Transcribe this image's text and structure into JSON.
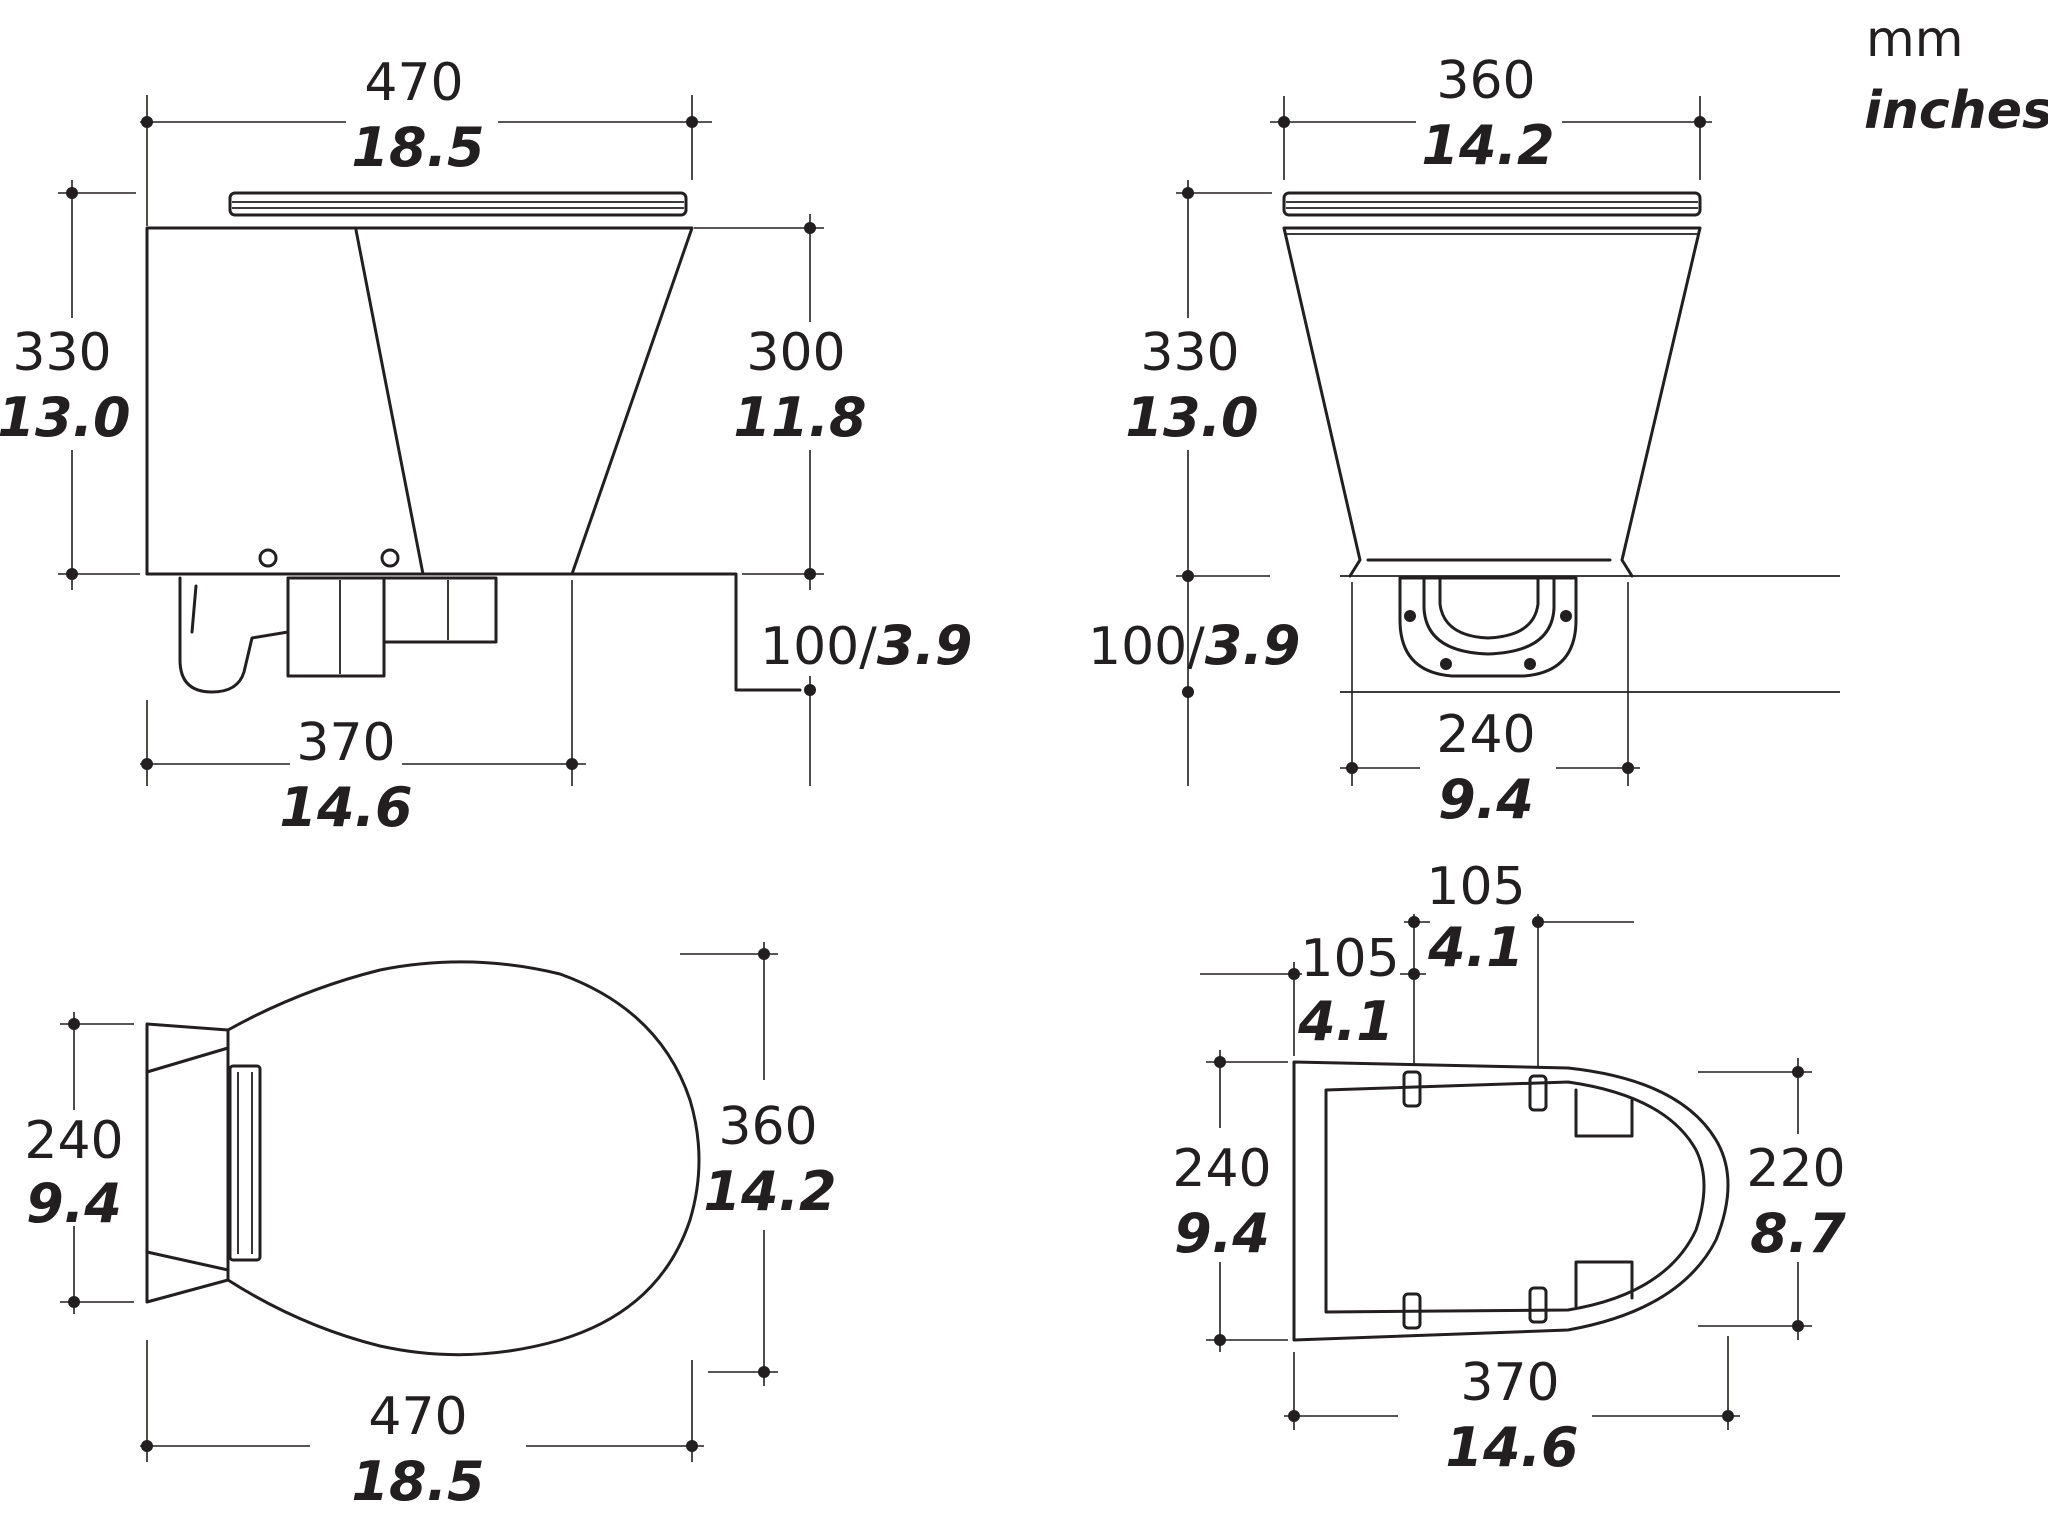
{
  "units": {
    "metric": "mm",
    "imperial": "inches"
  },
  "side_view": {
    "overall_width": {
      "mm": "470",
      "in": "18.5"
    },
    "overall_height": {
      "mm": "330",
      "in": "13.0"
    },
    "bowl_height": {
      "mm": "300",
      "in": "11.8"
    },
    "base_depth": {
      "mm": "100/",
      "in": "3.9"
    },
    "base_length": {
      "mm": "370",
      "in": "14.6"
    }
  },
  "front_view": {
    "width": {
      "mm": "360",
      "in": "14.2"
    },
    "height": {
      "mm": "330",
      "in": "13.0"
    },
    "base_depth": {
      "mm": "100/",
      "in": "3.9"
    },
    "base_width": {
      "mm": "240",
      "in": "9.4"
    }
  },
  "top_view": {
    "back_width": {
      "mm": "240",
      "in": "9.4"
    },
    "seat_width": {
      "mm": "360",
      "in": "14.2"
    },
    "overall_length": {
      "mm": "470",
      "in": "18.5"
    }
  },
  "base_plan": {
    "bolt_offset_1": {
      "mm": "105",
      "in": "4.1"
    },
    "bolt_offset_2": {
      "mm": "105",
      "in": "4.1"
    },
    "width": {
      "mm": "240",
      "in": "9.4"
    },
    "front_width": {
      "mm": "220",
      "in": "8.7"
    },
    "length": {
      "mm": "370",
      "in": "14.6"
    }
  }
}
